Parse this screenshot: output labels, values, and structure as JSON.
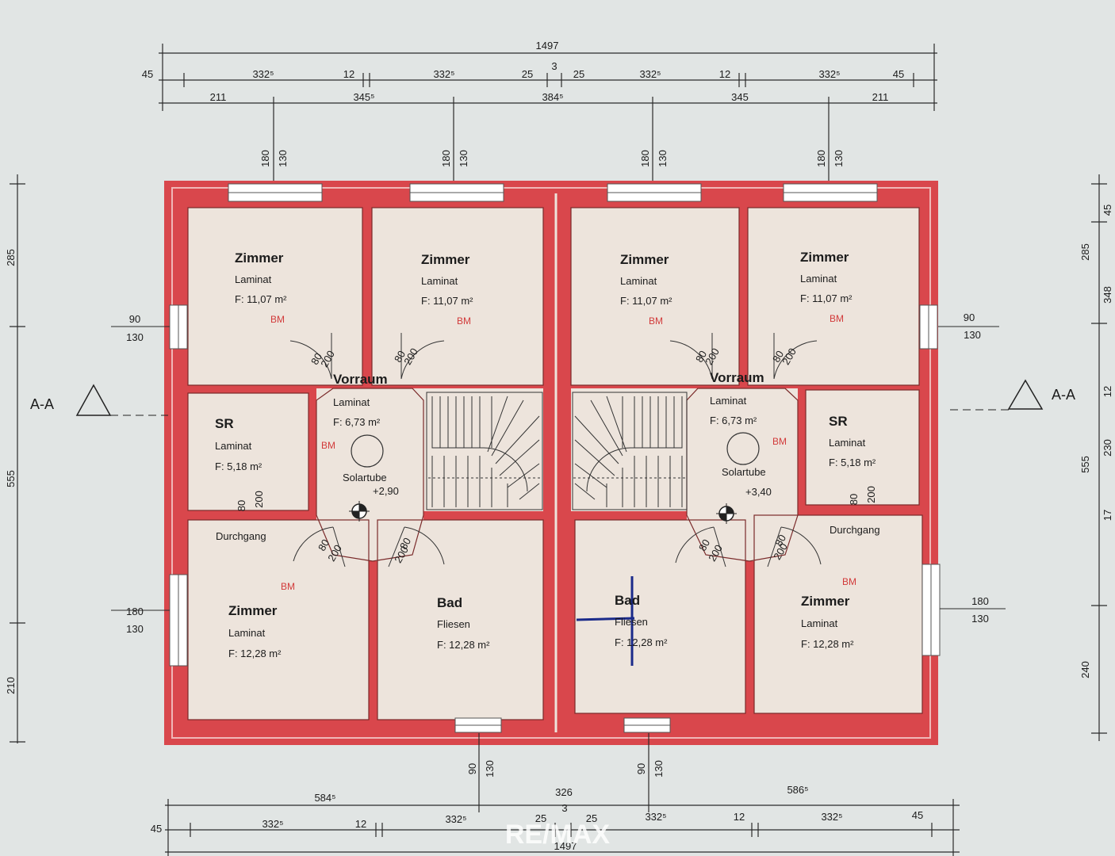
{
  "colors": {
    "paper": "#e1e5e4",
    "wall": "#d9474c",
    "wall_inner": "#e8a4a4",
    "floor": "#ede4dc",
    "line": "#2a2a2a",
    "bm": "#d23a3a"
  },
  "dims_top": {
    "total": "1497",
    "small_3": "3",
    "row1": [
      "45",
      "332⁵",
      "12",
      "332⁵",
      "25",
      "25",
      "332⁵",
      "12",
      "332⁵",
      "45"
    ],
    "row2": [
      "211",
      "345⁵",
      "384⁵",
      "345",
      "211"
    ],
    "window_h": [
      "180",
      "130"
    ]
  },
  "dims_bottom": {
    "row1": [
      "584⁵",
      "326",
      "586⁵"
    ],
    "small_3": "3",
    "row2": [
      "45",
      "332⁵",
      "12",
      "332⁵",
      "25",
      "25",
      "332⁵",
      "12",
      "332⁵",
      "45"
    ],
    "total": "1497",
    "door_h": [
      "90",
      "130"
    ]
  },
  "dims_left": [
    "285",
    "555",
    "210"
  ],
  "dims_right": [
    "45",
    "285",
    "348",
    "12",
    "230",
    "555",
    "17",
    "240"
  ],
  "window_labels": {
    "left_top": [
      "90",
      "130"
    ],
    "left_bottom": [
      "180",
      "130"
    ],
    "right_top": [
      "90",
      "130"
    ],
    "right_bottom": [
      "180",
      "130"
    ]
  },
  "section_marker": "A-A",
  "rooms": [
    {
      "name": "Zimmer",
      "floor": "Laminat",
      "area": "F: 11,07 m²",
      "bm": "BM"
    },
    {
      "name": "Zimmer",
      "floor": "Laminat",
      "area": "F: 11,07 m²",
      "bm": "BM"
    },
    {
      "name": "Zimmer",
      "floor": "Laminat",
      "area": "F: 11,07 m²",
      "bm": "BM"
    },
    {
      "name": "Zimmer",
      "floor": "Laminat",
      "area": "F: 11,07 m²",
      "bm": "BM"
    },
    {
      "name": "SR",
      "floor": "Laminat",
      "area": "F: 5,18 m²"
    },
    {
      "name": "Vorraum",
      "floor": "Laminat",
      "area": "F:  6,73 m²",
      "bm": "BM",
      "tube": "Solartube",
      "level": "+2,90"
    },
    {
      "name": "Vorraum",
      "floor": "Laminat",
      "area": "F:  6,73 m²",
      "bm": "BM",
      "tube": "Solartube",
      "level": "+3,40"
    },
    {
      "name": "SR",
      "floor": "Laminat",
      "area": "F: 5,18 m²"
    },
    {
      "name": "Zimmer",
      "floor": "Laminat",
      "area": "F: 12,28 m²",
      "bm": "BM"
    },
    {
      "name": "Bad",
      "floor": "Fliesen",
      "area": "F: 12,28 m²"
    },
    {
      "name": "Bad",
      "floor": "Fliesen",
      "area": "F: 12,28 m²"
    },
    {
      "name": "Zimmer",
      "floor": "Laminat",
      "area": "F: 12,28 m²",
      "bm": "BM"
    }
  ],
  "durchgang": "Durchgang",
  "door_labels": {
    "d80": "80",
    "d200": "200"
  },
  "watermark": "RE/MAX"
}
